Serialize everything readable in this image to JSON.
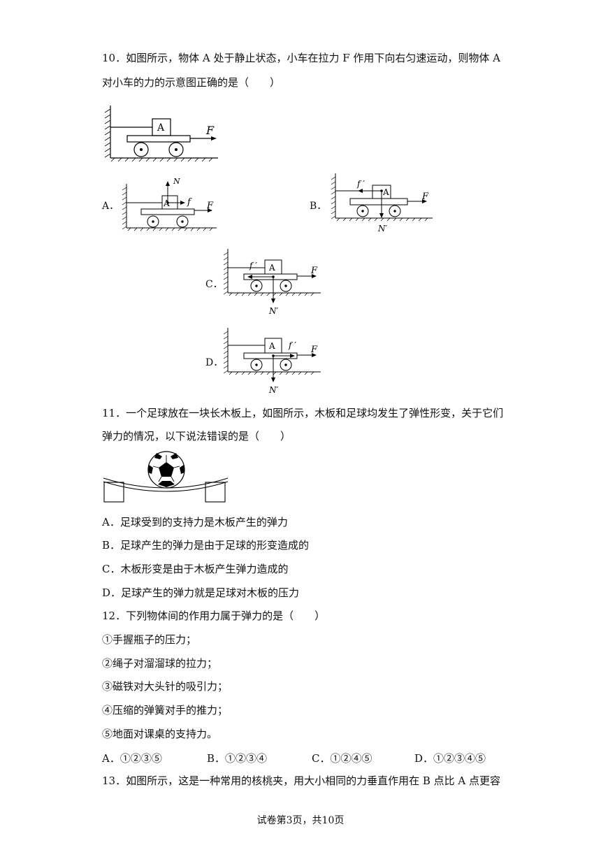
{
  "q10": {
    "line1": "10．如图所示，物体 A 处于静止状态，小车在拉力 F 作用下向右匀速运动，则物体 A",
    "line2": "对小车的力的示意图正确的是（　　）",
    "block_label": "A",
    "force_F": "F",
    "force_N": "N",
    "force_f": "f",
    "force_f_prime": "f ′",
    "force_N_prime": "N′",
    "options": [
      "A．",
      "B．",
      "C．",
      "D．"
    ]
  },
  "q11": {
    "line1": "11．一个足球放在一块长木板上，如图所示，木板和足球均发生了弹性形变，关于它们",
    "line2": "弹力的情况，以下说法错误的是（　　）",
    "options": [
      "A．足球受到的支持力是木板产生的弹力",
      "B．足球产生的弹力是由于足球的形变造成的",
      "C．木板形变是由于木板产生弹力造成的",
      "D．足球产生的弹力就是足球对木板的压力"
    ]
  },
  "q12": {
    "stem": "12．下列物体间的作用力属于弹力的是（　　）",
    "items": [
      "①手握瓶子的压力；",
      "②绳子对溜溜球的拉力；",
      "③磁铁对大头针的吸引力；",
      "④压缩的弹簧对手的推力；",
      "⑤地面对课桌的支持力。"
    ],
    "choices": [
      "A．①②③⑤",
      "B．①②③④",
      "C．①②④⑤",
      "D．①②③④⑤"
    ]
  },
  "q13": {
    "line1": "13．如图所示，这是一种常用的核桃夹，用大小相同的力垂直作用在 B 点比 A 点更容"
  },
  "footer": "试卷第3页，共10页"
}
